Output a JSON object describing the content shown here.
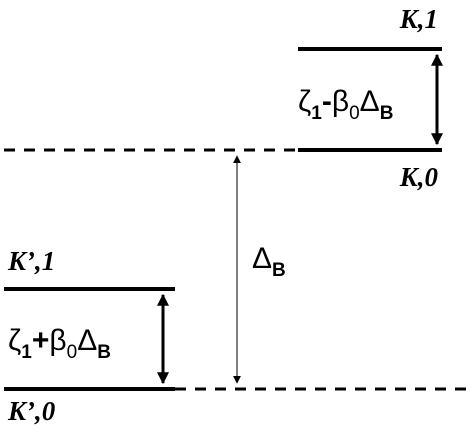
{
  "levels": {
    "K1": "K,1",
    "K0": "K,0",
    "Kp1": "K’,1",
    "Kp0": "K’,0"
  },
  "gap_upper": {
    "zeta": "ζ",
    "zeta_sub": "1",
    "op": "-",
    "beta": "β",
    "beta_sub": "0",
    "delta": "Δ",
    "delta_sub": "B"
  },
  "gap_lower": {
    "zeta": "ζ",
    "zeta_sub": "1",
    "op": "+",
    "beta": "β",
    "beta_sub": "0",
    "delta": "Δ",
    "delta_sub": "B"
  },
  "splitting": {
    "delta": "Δ",
    "delta_sub": "B"
  }
}
